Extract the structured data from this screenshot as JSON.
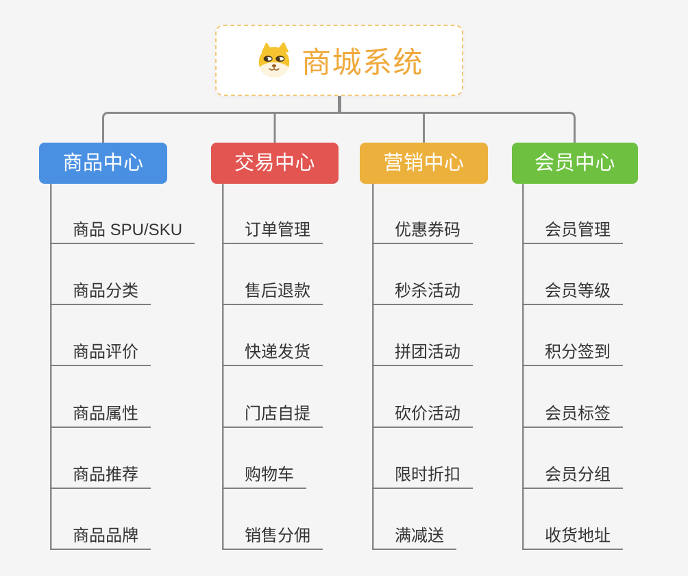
{
  "root": {
    "title": "商城系统",
    "title_color": "#EFA93D",
    "border_color": "#F3C878",
    "icon": "doge-icon"
  },
  "branches": [
    {
      "title": "商品中心",
      "color": "#4A90E2",
      "items": [
        "商品 SPU/SKU",
        "商品分类",
        "商品评价",
        "商品属性",
        "商品推荐",
        "商品品牌"
      ]
    },
    {
      "title": "交易中心",
      "color": "#E25551",
      "items": [
        "订单管理",
        "售后退款",
        "快递发货",
        "门店自提",
        "购物车",
        "销售分佣"
      ]
    },
    {
      "title": "营销中心",
      "color": "#ECB03C",
      "items": [
        "优惠券码",
        "秒杀活动",
        "拼团活动",
        "砍价活动",
        "限时折扣",
        "满减送"
      ]
    },
    {
      "title": "会员中心",
      "color": "#6EC041",
      "items": [
        "会员管理",
        "会员等级",
        "积分签到",
        "会员标签",
        "会员分组",
        "收货地址"
      ]
    }
  ],
  "colors": {
    "background": "#F5F5F6",
    "connector": "#8A8A8A",
    "leaf_underline": "#7F7F7F",
    "leaf_text": "#333333",
    "node_text": "#FFFFFF"
  }
}
